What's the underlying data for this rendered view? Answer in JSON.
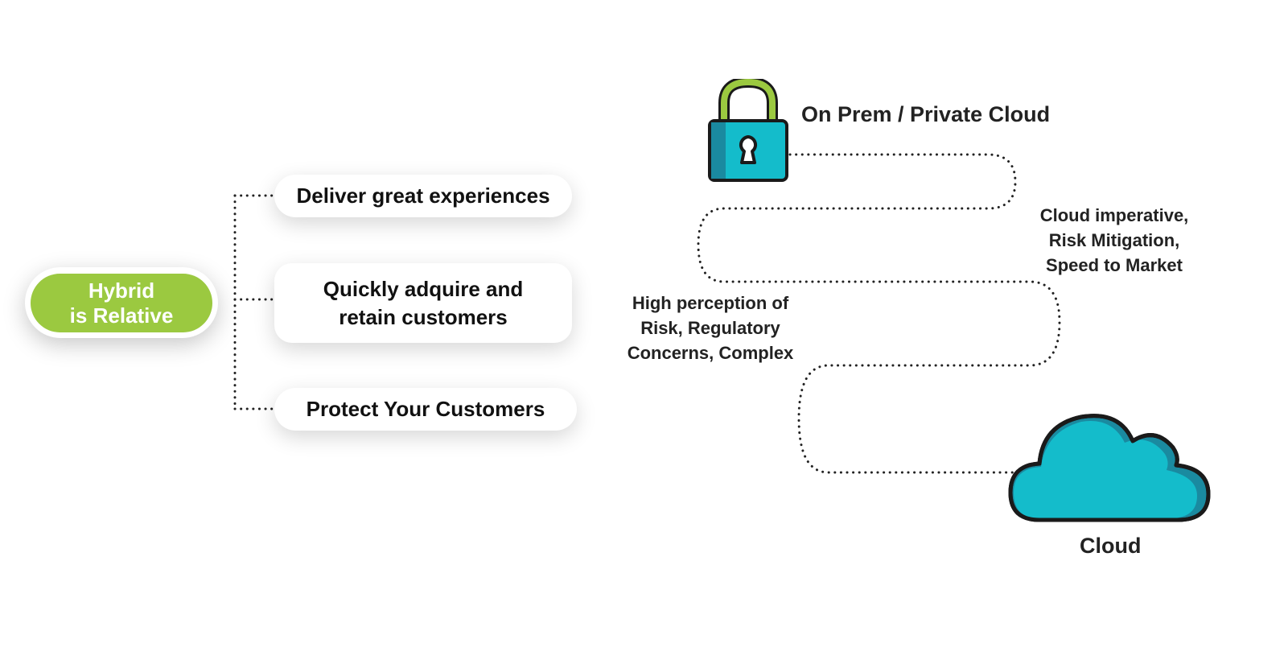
{
  "colors": {
    "green": "#9bc940",
    "teal": "#14bccb",
    "teal_dark": "#1a8aa0",
    "outline": "#1a1a1a"
  },
  "hub": {
    "lines": [
      "Hybrid",
      "is Relative"
    ]
  },
  "goals": [
    {
      "lines": [
        "Deliver great experiences"
      ]
    },
    {
      "lines": [
        "Quickly adquire and",
        "retain customers"
      ]
    },
    {
      "lines": [
        "Protect Your Customers"
      ]
    }
  ],
  "journey": {
    "start_label": "On Prem / Private Cloud",
    "start_icon": "padlock-icon",
    "end_label": "Cloud",
    "end_icon": "cloud-icon",
    "right_note": [
      "Cloud imperative,",
      "Risk Mitigation,",
      "Speed to Market"
    ],
    "left_note": [
      "High perception of",
      "Risk, Regulatory",
      "Concerns, Complex"
    ]
  }
}
